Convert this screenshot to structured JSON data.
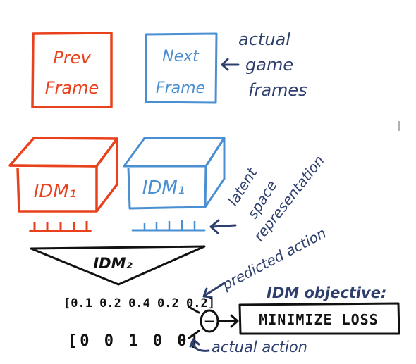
{
  "colors": {
    "prev": "#e8411c",
    "next": "#4a8fd1",
    "ink": "#2e3f6e",
    "black": "#111111"
  },
  "frames": {
    "prev": {
      "line1": "Prev",
      "line2": "Frame"
    },
    "next": {
      "line1": "Next",
      "line2": "Frame"
    }
  },
  "annotations": {
    "actual_game_frames": [
      "actual",
      "game",
      "frames"
    ],
    "latent": [
      "latent",
      "space",
      "representation"
    ],
    "predicted_action": "predicted action",
    "actual_action": "actual action",
    "objective_title": "IDM objective:"
  },
  "models": {
    "idm_left": "IDM₁",
    "idm_right": "IDM₁",
    "idm_bottom": "IDM₂"
  },
  "vectors": {
    "predicted": "[0.1 0.2 0.4 0.2 0.2]",
    "actual": "[0 0 1 0 0]"
  },
  "operator": "−",
  "objective": "MINIMIZE LOSS",
  "icons": {
    "arrow_frames": "arrow-left-icon",
    "arrow_latent": "arrow-left-icon",
    "arrow_predicted": "arrow-up-left-icon",
    "arrow_actual": "arrow-curved-icon",
    "arrow_minus": "arrow-right-icon"
  }
}
